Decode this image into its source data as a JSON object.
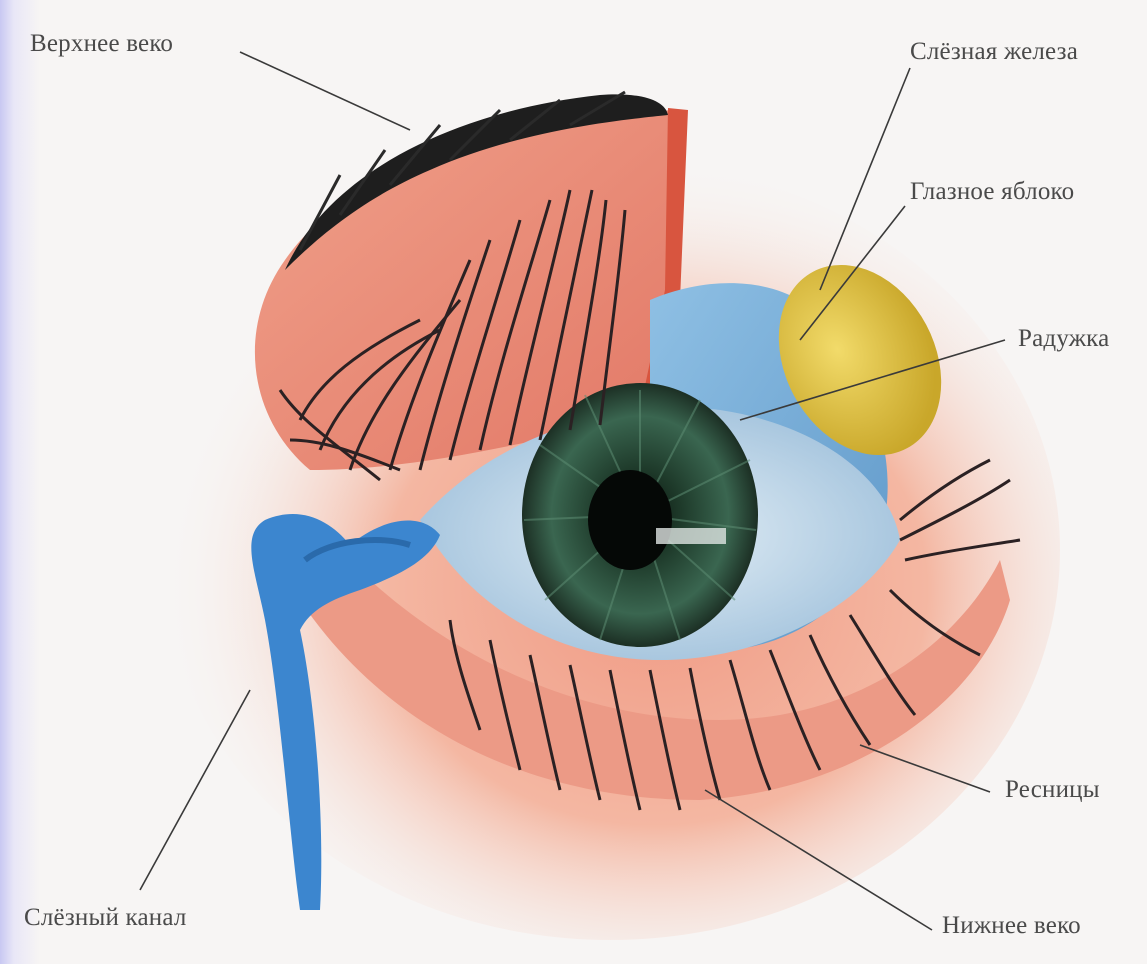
{
  "diagram": {
    "subject": "eye-anatomy",
    "labels": {
      "upper_eyelid": "Верхнее веко",
      "lacrimal_gland": "Слёзная железа",
      "eyeball": "Глазное яблоко",
      "iris": "Радужка",
      "eyelashes": "Ресницы",
      "lower_eyelid": "Нижнее веко",
      "lacrimal_duct": "Слёзный канал"
    }
  }
}
